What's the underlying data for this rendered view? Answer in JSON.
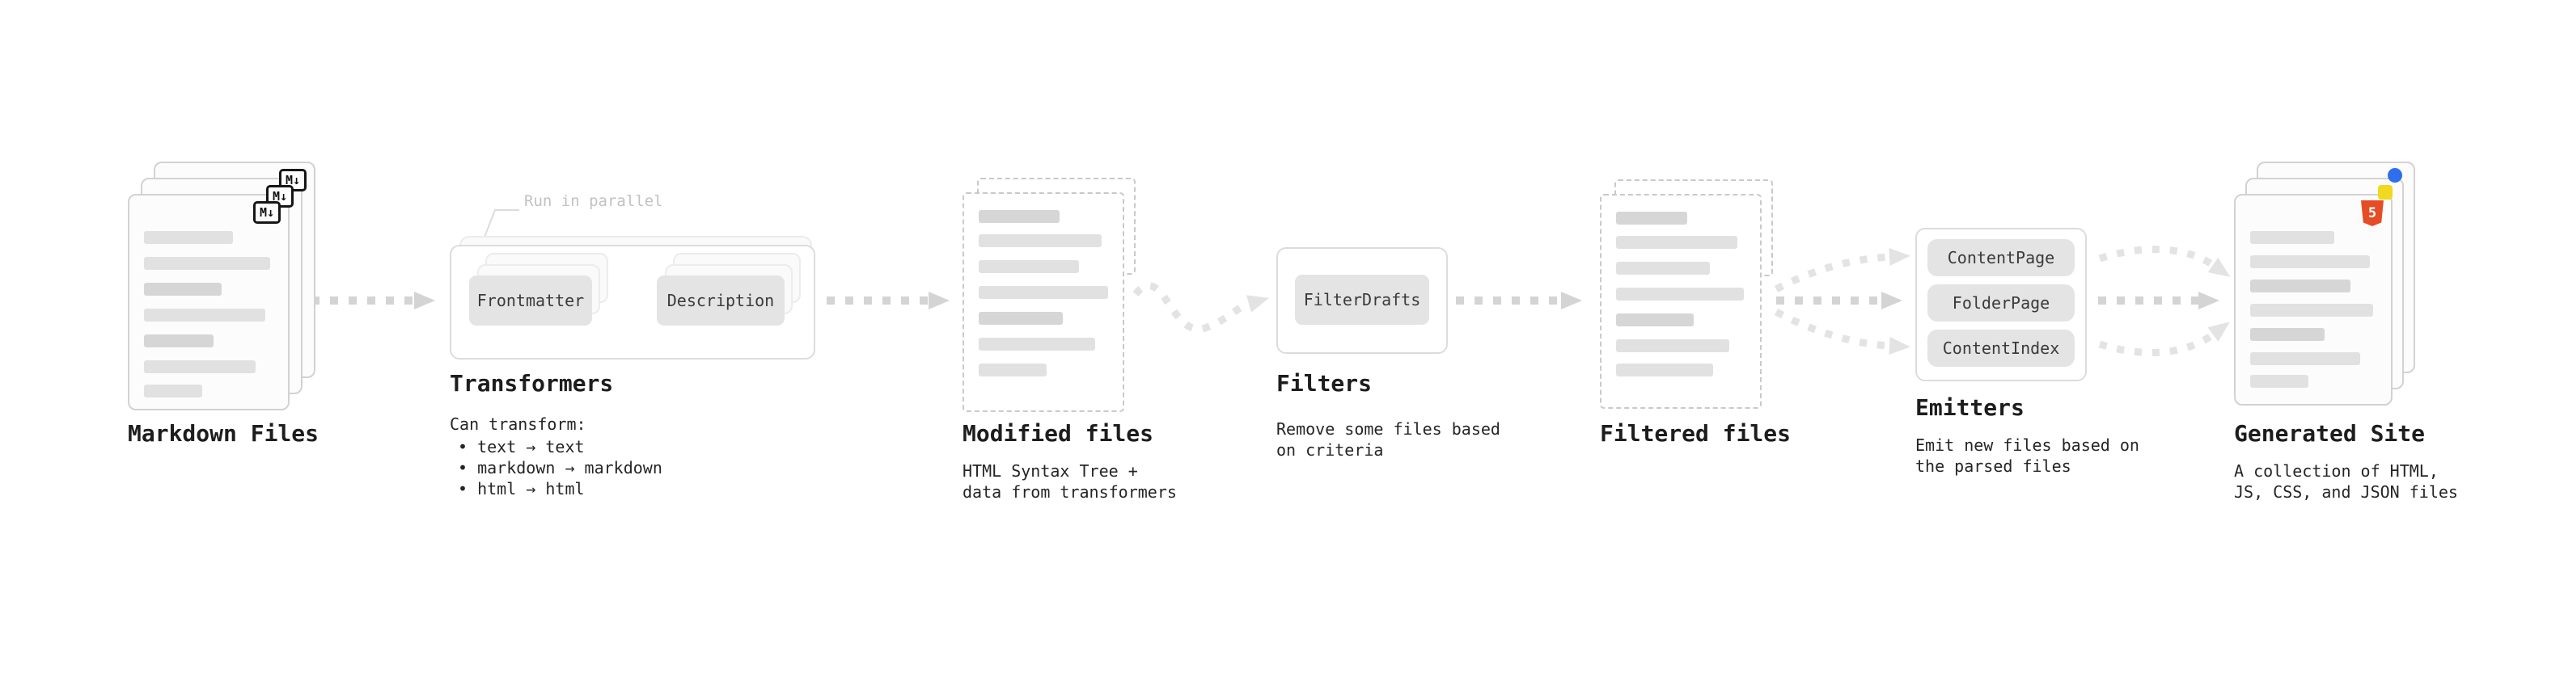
{
  "colors": {
    "arrow": "#d4d4d4",
    "arrow_light": "#e3e3e3",
    "skeleton": "#e1e1e1",
    "chip_bg": "#e4e4e4",
    "html5_orange": "#e44d26",
    "js_yellow": "#f0d91e",
    "css_blue": "#2f6fed"
  },
  "stages": {
    "markdown": {
      "title": "Markdown Files"
    },
    "transformers": {
      "title": "Transformers",
      "note": "Run in parallel",
      "boxes": [
        "Frontmatter",
        "Description"
      ],
      "desc_heading": "Can transform:",
      "bullets": [
        "• text → text",
        "• markdown → markdown",
        "• html → html"
      ]
    },
    "modified": {
      "title": "Modified files",
      "desc": [
        "HTML Syntax Tree +",
        "data from transformers"
      ]
    },
    "filters": {
      "title": "Filters",
      "boxes": [
        "FilterDrafts"
      ],
      "desc": [
        "Remove some files based",
        "on criteria"
      ]
    },
    "filtered": {
      "title": "Filtered files"
    },
    "emitters": {
      "title": "Emitters",
      "boxes": [
        "ContentPage",
        "FolderPage",
        "ContentIndex"
      ],
      "desc": [
        "Emit new files based on",
        "the parsed files"
      ]
    },
    "generated": {
      "title": "Generated Site",
      "desc": [
        "A collection of HTML,",
        "JS, CSS, and JSON files"
      ]
    }
  },
  "icons": {
    "markdown_glyph": "M↓",
    "html5_glyph": "5"
  }
}
